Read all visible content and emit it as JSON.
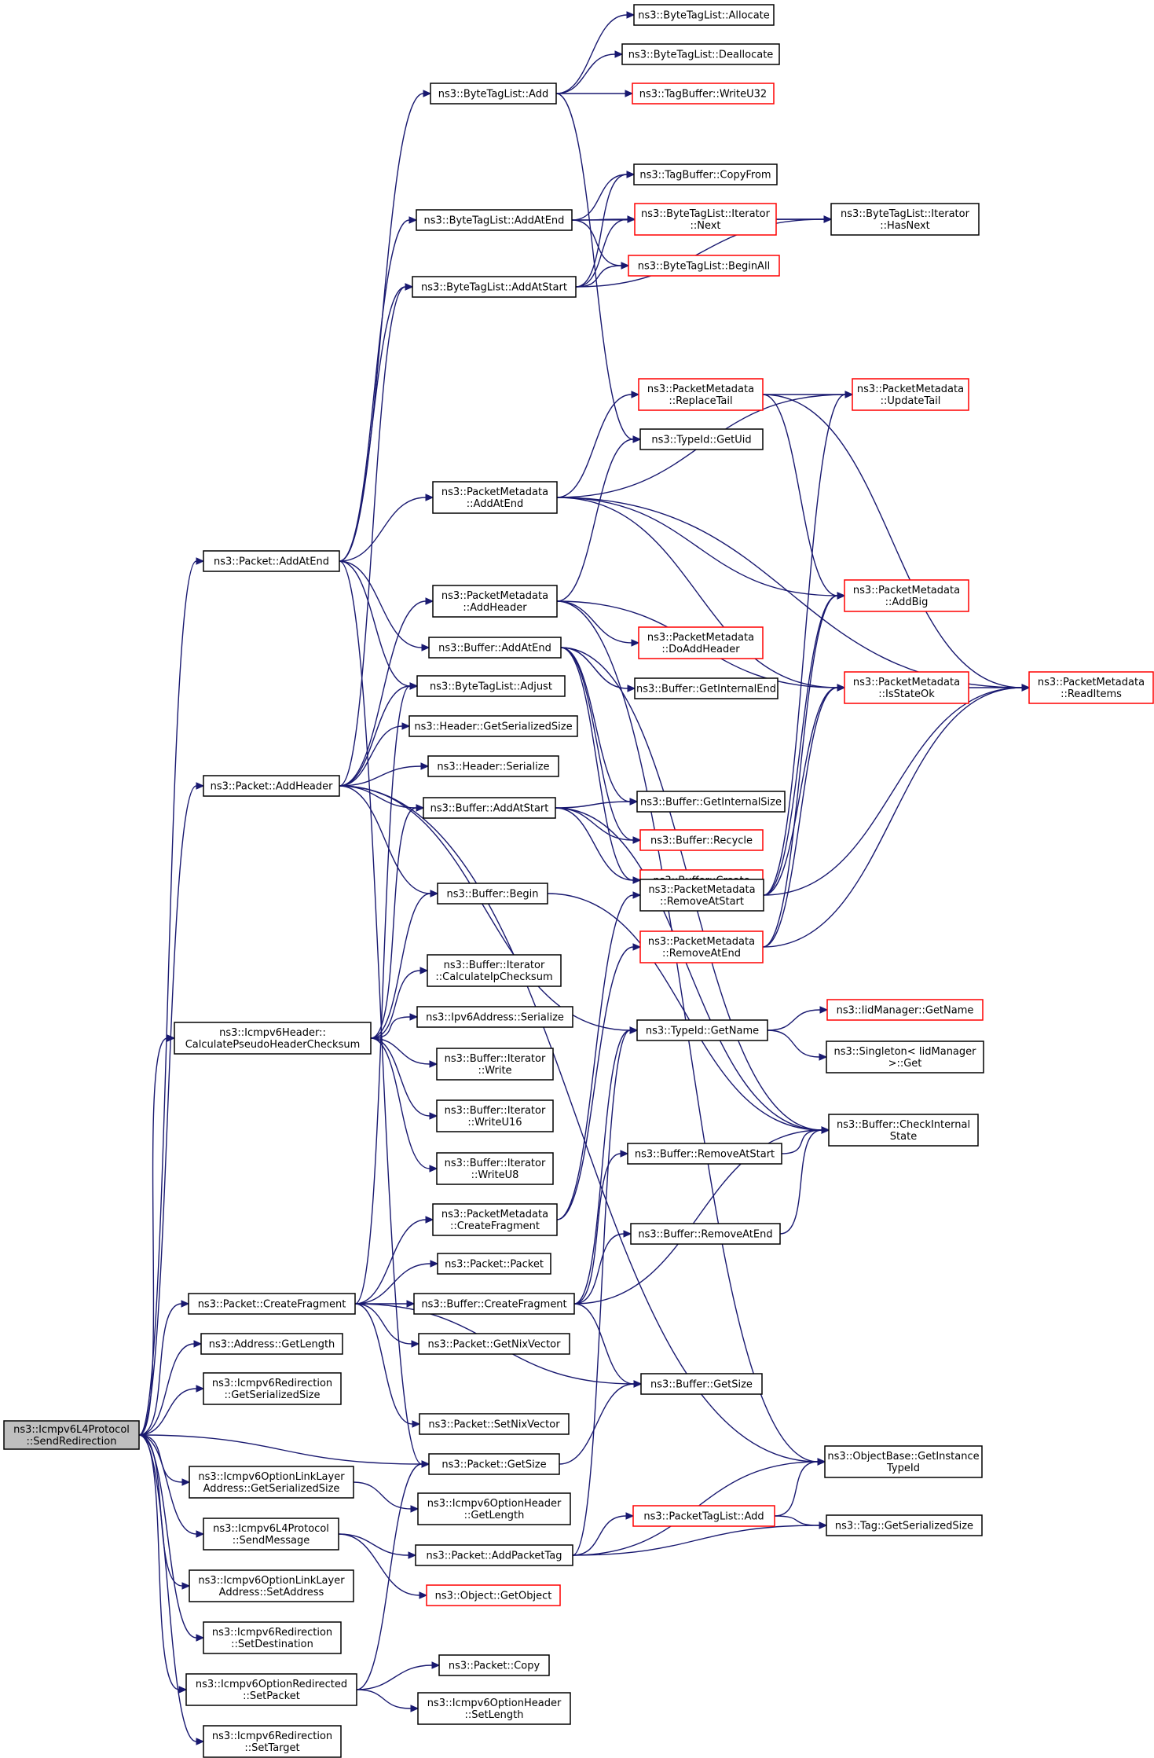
{
  "diagram": {
    "colors": {
      "edge": "#191970",
      "border": "#000000",
      "truncated_border": "#ff0000",
      "root_fill": "#bfbfbf"
    },
    "nodes": [
      {
        "id": "root",
        "lines": [
          "ns3::Icmpv6L4Protocol",
          "::SendRedirection"
        ],
        "style": "root"
      },
      {
        "id": "bt_alloc",
        "lines": [
          "ns3::ByteTagList::Allocate"
        ],
        "style": "normal"
      },
      {
        "id": "bt_dealloc",
        "lines": [
          "ns3::ByteTagList::Deallocate"
        ],
        "style": "normal"
      },
      {
        "id": "bt_add",
        "lines": [
          "ns3::ByteTagList::Add"
        ],
        "style": "normal"
      },
      {
        "id": "tb_w32",
        "lines": [
          "ns3::TagBuffer::WriteU32"
        ],
        "style": "truncated"
      },
      {
        "id": "tb_copy",
        "lines": [
          "ns3::TagBuffer::CopyFrom"
        ],
        "style": "normal"
      },
      {
        "id": "bt_addend",
        "lines": [
          "ns3::ByteTagList::AddAtEnd"
        ],
        "style": "normal"
      },
      {
        "id": "bti_next",
        "lines": [
          "ns3::ByteTagList::Iterator",
          "::Next"
        ],
        "style": "truncated"
      },
      {
        "id": "bti_hasnext",
        "lines": [
          "ns3::ByteTagList::Iterator",
          "::HasNext"
        ],
        "style": "normal"
      },
      {
        "id": "bt_beginall",
        "lines": [
          "ns3::ByteTagList::BeginAll"
        ],
        "style": "truncated"
      },
      {
        "id": "bt_addstart",
        "lines": [
          "ns3::ByteTagList::AddAtStart"
        ],
        "style": "normal"
      },
      {
        "id": "pm_replacetail",
        "lines": [
          "ns3::PacketMetadata",
          "::ReplaceTail"
        ],
        "style": "truncated"
      },
      {
        "id": "pm_updatetail",
        "lines": [
          "ns3::PacketMetadata",
          "::UpdateTail"
        ],
        "style": "truncated"
      },
      {
        "id": "tid_getuid",
        "lines": [
          "ns3::TypeId::GetUid"
        ],
        "style": "normal"
      },
      {
        "id": "pm_addatend",
        "lines": [
          "ns3::PacketMetadata",
          "::AddAtEnd"
        ],
        "style": "normal"
      },
      {
        "id": "pkt_addatend",
        "lines": [
          "ns3::Packet::AddAtEnd"
        ],
        "style": "normal"
      },
      {
        "id": "pm_addbig",
        "lines": [
          "ns3::PacketMetadata",
          "::AddBig"
        ],
        "style": "truncated"
      },
      {
        "id": "pm_addheader",
        "lines": [
          "ns3::PacketMetadata",
          "::AddHeader"
        ],
        "style": "normal"
      },
      {
        "id": "pm_doaddheader",
        "lines": [
          "ns3::PacketMetadata",
          "::DoAddHeader"
        ],
        "style": "truncated"
      },
      {
        "id": "buf_addatend",
        "lines": [
          "ns3::Buffer::AddAtEnd"
        ],
        "style": "normal"
      },
      {
        "id": "buf_getinternalend",
        "lines": [
          "ns3::Buffer::GetInternalEnd"
        ],
        "style": "normal"
      },
      {
        "id": "bt_adjust",
        "lines": [
          "ns3::ByteTagList::Adjust"
        ],
        "style": "normal"
      },
      {
        "id": "pm_isstateok",
        "lines": [
          "ns3::PacketMetadata",
          "::IsStateOk"
        ],
        "style": "truncated"
      },
      {
        "id": "pm_readitems",
        "lines": [
          "ns3::PacketMetadata",
          "::ReadItems"
        ],
        "style": "truncated"
      },
      {
        "id": "hdr_getsersize",
        "lines": [
          "ns3::Header::GetSerializedSize"
        ],
        "style": "normal"
      },
      {
        "id": "hdr_serialize",
        "lines": [
          "ns3::Header::Serialize"
        ],
        "style": "normal"
      },
      {
        "id": "pkt_addheader",
        "lines": [
          "ns3::Packet::AddHeader"
        ],
        "style": "normal"
      },
      {
        "id": "buf_getinternalsize",
        "lines": [
          "ns3::Buffer::GetInternalSize"
        ],
        "style": "normal"
      },
      {
        "id": "buf_addatstart",
        "lines": [
          "ns3::Buffer::AddAtStart"
        ],
        "style": "normal"
      },
      {
        "id": "buf_recycle",
        "lines": [
          "ns3::Buffer::Recycle"
        ],
        "style": "truncated"
      },
      {
        "id": "buf_create",
        "lines": [
          "ns3::Buffer::Create"
        ],
        "style": "truncated"
      },
      {
        "id": "pm_removeatstart",
        "lines": [
          "ns3::PacketMetadata",
          "::RemoveAtStart"
        ],
        "style": "normal"
      },
      {
        "id": "buf_begin",
        "lines": [
          "ns3::Buffer::Begin"
        ],
        "style": "normal"
      },
      {
        "id": "pm_removeatend",
        "lines": [
          "ns3::PacketMetadata",
          "::RemoveAtEnd"
        ],
        "style": "truncated"
      },
      {
        "id": "bi_calcip",
        "lines": [
          "ns3::Buffer::Iterator",
          "::CalculateIpChecksum"
        ],
        "style": "normal"
      },
      {
        "id": "iid_getname",
        "lines": [
          "ns3::IidManager::GetName"
        ],
        "style": "truncated"
      },
      {
        "id": "ipv6_serialize",
        "lines": [
          "ns3::Ipv6Address::Serialize"
        ],
        "style": "normal"
      },
      {
        "id": "ich_calcpseudo",
        "lines": [
          "ns3::Icmpv6Header::",
          "CalculatePseudoHeaderChecksum"
        ],
        "style": "normal"
      },
      {
        "id": "tid_getname",
        "lines": [
          "ns3::TypeId::GetName"
        ],
        "style": "normal"
      },
      {
        "id": "singleton_get",
        "lines": [
          "ns3::Singleton< IidManager",
          ">::Get"
        ],
        "style": "normal"
      },
      {
        "id": "bi_write",
        "lines": [
          "ns3::Buffer::Iterator",
          "::Write"
        ],
        "style": "normal"
      },
      {
        "id": "bi_write16",
        "lines": [
          "ns3::Buffer::Iterator",
          "::WriteU16"
        ],
        "style": "normal"
      },
      {
        "id": "buf_checkinternal",
        "lines": [
          "ns3::Buffer::CheckInternal",
          "State"
        ],
        "style": "normal"
      },
      {
        "id": "buf_removeatstart",
        "lines": [
          "ns3::Buffer::RemoveAtStart"
        ],
        "style": "normal"
      },
      {
        "id": "bi_write8",
        "lines": [
          "ns3::Buffer::Iterator",
          "::WriteU8"
        ],
        "style": "normal"
      },
      {
        "id": "pm_createfrag",
        "lines": [
          "ns3::PacketMetadata",
          "::CreateFragment"
        ],
        "style": "normal"
      },
      {
        "id": "buf_removeatend",
        "lines": [
          "ns3::Buffer::RemoveAtEnd"
        ],
        "style": "normal"
      },
      {
        "id": "pkt_packet",
        "lines": [
          "ns3::Packet::Packet"
        ],
        "style": "normal"
      },
      {
        "id": "pkt_createfrag",
        "lines": [
          "ns3::Packet::CreateFragment"
        ],
        "style": "normal"
      },
      {
        "id": "buf_createfrag",
        "lines": [
          "ns3::Buffer::CreateFragment"
        ],
        "style": "normal"
      },
      {
        "id": "addr_getlen",
        "lines": [
          "ns3::Address::GetLength"
        ],
        "style": "normal"
      },
      {
        "id": "pkt_getnixvector",
        "lines": [
          "ns3::Packet::GetNixVector"
        ],
        "style": "normal"
      },
      {
        "id": "icr_getsersize",
        "lines": [
          "ns3::Icmpv6Redirection",
          "::GetSerializedSize"
        ],
        "style": "normal"
      },
      {
        "id": "buf_getsize",
        "lines": [
          "ns3::Buffer::GetSize"
        ],
        "style": "normal"
      },
      {
        "id": "pkt_setnixvector",
        "lines": [
          "ns3::Packet::SetNixVector"
        ],
        "style": "normal"
      },
      {
        "id": "pkt_getsize",
        "lines": [
          "ns3::Packet::GetSize"
        ],
        "style": "normal"
      },
      {
        "id": "ob_getinstance",
        "lines": [
          "ns3::ObjectBase::GetInstance",
          "TypeId"
        ],
        "style": "normal"
      },
      {
        "id": "icoll_getsersize",
        "lines": [
          "ns3::Icmpv6OptionLinkLayer",
          "Address::GetSerializedSize"
        ],
        "style": "normal"
      },
      {
        "id": "icoh_getlen",
        "lines": [
          "ns3::Icmpv6OptionHeader",
          "::GetLength"
        ],
        "style": "normal"
      },
      {
        "id": "ptl_add",
        "lines": [
          "ns3::PacketTagList::Add"
        ],
        "style": "truncated"
      },
      {
        "id": "icl4_sendmsg",
        "lines": [
          "ns3::Icmpv6L4Protocol",
          "::SendMessage"
        ],
        "style": "normal"
      },
      {
        "id": "tag_getsersize",
        "lines": [
          "ns3::Tag::GetSerializedSize"
        ],
        "style": "normal"
      },
      {
        "id": "pkt_addpackettag",
        "lines": [
          "ns3::Packet::AddPacketTag"
        ],
        "style": "normal"
      },
      {
        "id": "icoll_setaddr",
        "lines": [
          "ns3::Icmpv6OptionLinkLayer",
          "Address::SetAddress"
        ],
        "style": "normal"
      },
      {
        "id": "obj_getobject",
        "lines": [
          "ns3::Object::GetObject"
        ],
        "style": "truncated"
      },
      {
        "id": "icr_setdest",
        "lines": [
          "ns3::Icmpv6Redirection",
          "::SetDestination"
        ],
        "style": "normal"
      },
      {
        "id": "pkt_copy",
        "lines": [
          "ns3::Packet::Copy"
        ],
        "style": "normal"
      },
      {
        "id": "icor_setpacket",
        "lines": [
          "ns3::Icmpv6OptionRedirected",
          "::SetPacket"
        ],
        "style": "normal"
      },
      {
        "id": "icoh_setlen",
        "lines": [
          "ns3::Icmpv6OptionHeader",
          "::SetLength"
        ],
        "style": "normal"
      },
      {
        "id": "icr_settarget",
        "lines": [
          "ns3::Icmpv6Redirection",
          "::SetTarget"
        ],
        "style": "normal"
      }
    ],
    "edges": [
      [
        "root",
        "pkt_addatend"
      ],
      [
        "root",
        "pkt_addheader"
      ],
      [
        "root",
        "ich_calcpseudo"
      ],
      [
        "root",
        "pkt_createfrag"
      ],
      [
        "root",
        "addr_getlen"
      ],
      [
        "root",
        "icr_getsersize"
      ],
      [
        "root",
        "pkt_getsize"
      ],
      [
        "root",
        "icoll_getsersize"
      ],
      [
        "root",
        "icl4_sendmsg"
      ],
      [
        "root",
        "icoll_setaddr"
      ],
      [
        "root",
        "icr_setdest"
      ],
      [
        "root",
        "icor_setpacket"
      ],
      [
        "root",
        "icr_settarget"
      ],
      [
        "pkt_addatend",
        "bt_add"
      ],
      [
        "pkt_addatend",
        "bt_addend"
      ],
      [
        "pkt_addatend",
        "bt_addstart"
      ],
      [
        "pkt_addatend",
        "pm_addatend"
      ],
      [
        "pkt_addatend",
        "buf_addatend"
      ],
      [
        "pkt_addatend",
        "bt_adjust"
      ],
      [
        "pkt_addatend",
        "pkt_getsize"
      ],
      [
        "bt_add",
        "bt_alloc"
      ],
      [
        "bt_add",
        "bt_dealloc"
      ],
      [
        "bt_add",
        "tb_w32"
      ],
      [
        "bt_add",
        "tid_getuid"
      ],
      [
        "bt_addend",
        "tb_copy"
      ],
      [
        "bt_addend",
        "bti_next"
      ],
      [
        "bt_addend",
        "bti_hasnext"
      ],
      [
        "bt_addend",
        "bt_beginall"
      ],
      [
        "bt_addstart",
        "tb_copy"
      ],
      [
        "bt_addstart",
        "bti_next"
      ],
      [
        "bt_addstart",
        "bt_beginall"
      ],
      [
        "bt_addstart",
        "bti_hasnext"
      ],
      [
        "bti_next",
        "bti_hasnext"
      ],
      [
        "pm_replacetail",
        "pm_updatetail"
      ],
      [
        "pm_replacetail",
        "pm_addbig"
      ],
      [
        "pm_replacetail",
        "pm_readitems"
      ],
      [
        "pm_addatend",
        "pm_replacetail"
      ],
      [
        "pm_addatend",
        "pm_updatetail"
      ],
      [
        "pm_addatend",
        "pm_addbig"
      ],
      [
        "pm_addatend",
        "pm_isstateok"
      ],
      [
        "pm_addatend",
        "pm_readitems"
      ],
      [
        "pm_addheader",
        "tid_getuid"
      ],
      [
        "pm_addheader",
        "pm_doaddheader"
      ],
      [
        "pm_addheader",
        "pm_isstateok"
      ],
      [
        "pm_addheader",
        "ob_getinstance"
      ],
      [
        "buf_addatend",
        "buf_getinternalend"
      ],
      [
        "buf_addatend",
        "buf_getinternalsize"
      ],
      [
        "buf_addatend",
        "buf_recycle"
      ],
      [
        "buf_addatend",
        "buf_create"
      ],
      [
        "buf_addatend",
        "buf_checkinternal"
      ],
      [
        "pm_isstateok",
        "pm_readitems"
      ],
      [
        "pkt_addheader",
        "bt_addstart"
      ],
      [
        "pkt_addheader",
        "pm_addheader"
      ],
      [
        "pkt_addheader",
        "bt_adjust"
      ],
      [
        "pkt_addheader",
        "hdr_getsersize"
      ],
      [
        "pkt_addheader",
        "hdr_serialize"
      ],
      [
        "pkt_addheader",
        "buf_addatstart"
      ],
      [
        "pkt_addheader",
        "buf_begin"
      ],
      [
        "pkt_addheader",
        "tid_getname"
      ],
      [
        "pkt_addheader",
        "ob_getinstance"
      ],
      [
        "buf_addatstart",
        "buf_getinternalsize"
      ],
      [
        "buf_addatstart",
        "buf_recycle"
      ],
      [
        "buf_addatstart",
        "buf_create"
      ],
      [
        "buf_addatstart",
        "buf_checkinternal"
      ],
      [
        "pm_removeatstart",
        "pm_updatetail"
      ],
      [
        "pm_removeatstart",
        "pm_addbig"
      ],
      [
        "pm_removeatstart",
        "pm_isstateok"
      ],
      [
        "pm_removeatstart",
        "pm_readitems"
      ],
      [
        "pm_removeatend",
        "pm_addbig"
      ],
      [
        "pm_removeatend",
        "pm_isstateok"
      ],
      [
        "pm_removeatend",
        "pm_readitems"
      ],
      [
        "buf_begin",
        "buf_checkinternal"
      ],
      [
        "ich_calcpseudo",
        "buf_addatstart"
      ],
      [
        "ich_calcpseudo",
        "buf_begin"
      ],
      [
        "ich_calcpseudo",
        "bi_calcip"
      ],
      [
        "ich_calcpseudo",
        "ipv6_serialize"
      ],
      [
        "ich_calcpseudo",
        "bi_write"
      ],
      [
        "ich_calcpseudo",
        "bi_write16"
      ],
      [
        "ich_calcpseudo",
        "bi_write8"
      ],
      [
        "tid_getname",
        "iid_getname"
      ],
      [
        "tid_getname",
        "singleton_get"
      ],
      [
        "buf_removeatstart",
        "buf_checkinternal"
      ],
      [
        "buf_removeatend",
        "buf_checkinternal"
      ],
      [
        "pm_createfrag",
        "pm_removeatstart"
      ],
      [
        "pm_createfrag",
        "pm_removeatend"
      ],
      [
        "pkt_createfrag",
        "bt_adjust"
      ],
      [
        "pkt_createfrag",
        "pm_createfrag"
      ],
      [
        "pkt_createfrag",
        "pkt_packet"
      ],
      [
        "pkt_createfrag",
        "buf_createfrag"
      ],
      [
        "pkt_createfrag",
        "pkt_getnixvector"
      ],
      [
        "pkt_createfrag",
        "buf_getsize"
      ],
      [
        "pkt_createfrag",
        "pkt_setnixvector"
      ],
      [
        "buf_createfrag",
        "buf_removeatstart"
      ],
      [
        "buf_createfrag",
        "buf_removeatend"
      ],
      [
        "buf_createfrag",
        "buf_checkinternal"
      ],
      [
        "buf_createfrag",
        "buf_getsize"
      ],
      [
        "buf_createfrag",
        "tid_getname"
      ],
      [
        "pkt_getsize",
        "buf_getsize"
      ],
      [
        "icoll_getsersize",
        "icoh_getlen"
      ],
      [
        "icl4_sendmsg",
        "pkt_addpackettag"
      ],
      [
        "icl4_sendmsg",
        "obj_getobject"
      ],
      [
        "pkt_addpackettag",
        "ptl_add"
      ],
      [
        "pkt_addpackettag",
        "tag_getsersize"
      ],
      [
        "pkt_addpackettag",
        "ob_getinstance"
      ],
      [
        "pkt_addpackettag",
        "tid_getname"
      ],
      [
        "ptl_add",
        "ob_getinstance"
      ],
      [
        "ptl_add",
        "tag_getsersize"
      ],
      [
        "icor_setpacket",
        "pkt_copy"
      ],
      [
        "icor_setpacket",
        "icoh_setlen"
      ],
      [
        "icor_setpacket",
        "pkt_getsize"
      ]
    ]
  }
}
